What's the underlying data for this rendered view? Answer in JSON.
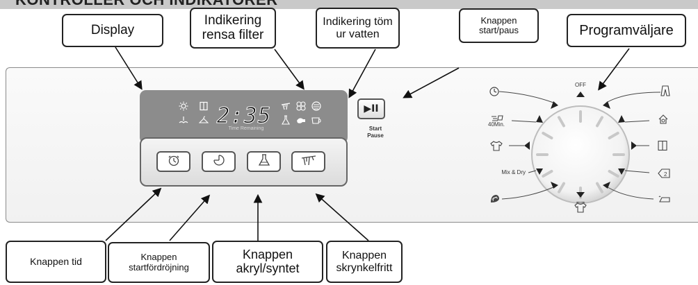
{
  "heading": "KONTROLLER OCH INDIKATORER",
  "top_callouts": [
    {
      "key": "display",
      "text": "Display"
    },
    {
      "key": "rensa_filter",
      "text": "Indikering\nrensa filter"
    },
    {
      "key": "tom_vatten",
      "text": "Indikering töm\nur vatten"
    },
    {
      "key": "start_paus",
      "text": "Knappen\nstart/paus"
    },
    {
      "key": "programvaljare",
      "text": "Programväljare"
    }
  ],
  "bottom_callouts": [
    {
      "key": "tid",
      "text": "Knappen tid"
    },
    {
      "key": "startfordrojning",
      "text": "Knappen\nstartfördröjning"
    },
    {
      "key": "akryl_syntet",
      "text": "Knappen\nakryl/syntet"
    },
    {
      "key": "skrynkelfritt",
      "text": "Knappen\nskrynkelfritt"
    }
  ],
  "display": {
    "time": "2:35",
    "time_label": "Time Remaining",
    "left_icons": [
      "sun-icon",
      "window-icon",
      "drying-icon",
      "hanger-icon"
    ],
    "right_icons": [
      "iron-icon",
      "fan-icon",
      "filter-icon",
      "flask-icon",
      "tap-icon",
      "container-icon"
    ]
  },
  "panel_buttons": [
    "timer-icon",
    "delay-icon",
    "synthetic-icon",
    "wrinkle-free-icon"
  ],
  "start_pause": {
    "symbol": "▶II",
    "line1": "Start",
    "line2": "Pause"
  },
  "dial": {
    "off_label": "OFF",
    "left_labels": {
      "forty_min": "40Min.",
      "mix_dry": "Mix & Dry"
    }
  }
}
